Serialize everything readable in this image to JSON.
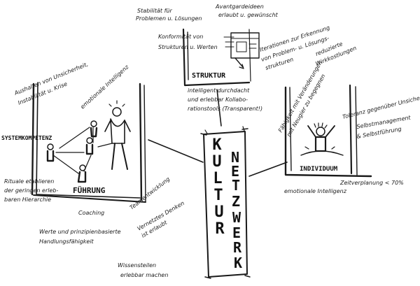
{
  "title": {
    "letters_kultur": [
      "K",
      "U",
      "L",
      "T",
      "U",
      "R"
    ],
    "letters_netzwerk": [
      "N",
      "E",
      "T",
      "Z",
      "W",
      "E",
      "R",
      "K"
    ]
  },
  "struktur": {
    "label": "STRUKTUR",
    "notes": [
      "Stabilität für",
      "Problemen u. Lösungen",
      "Avantgardeideen",
      "erlaubt u. gewünscht",
      "Konformität von",
      "Strukturen u. Werten",
      "Iterationen zur Erkennung",
      "von Problem- u. Lösungs-",
      "strukturen",
      "reduzierte",
      "Wirkkostlungen",
      "intelligent durchdacht",
      "und erlebbar Kollabo-",
      "rationstools (Transparent!)"
    ]
  },
  "fuehrung": {
    "label": "FÜHRUNG",
    "systemkompetenz": "SYSTEMKOMPETENZ",
    "notes": [
      "Aushalten von Unsicherheit,",
      "Instabilität u. Krise",
      "emotionale Intelligenz",
      "Rituale etablieren",
      "der geringen erleb-",
      "baren Hierarchie",
      "Teamentwicklung",
      "Coaching",
      "Werte und prinzipienbasierte",
      "Handlungsfähigkeit",
      "Vernetztes Denken",
      "ist erlaubt",
      "Wissensteilen",
      "erlebbar machen"
    ]
  },
  "individuum": {
    "label": "INDIVIDUUM",
    "notes": [
      "Fähigkeit mit Veränderungen",
      "mit Neugier zu begegnen",
      "Toleranz gegenüber Unsicherheit",
      "Selbstmanagement",
      "& Selbstführung",
      "Zeitverplanung < 70%",
      "emotionale Intelligenz"
    ]
  },
  "colors": {
    "ink": "#1a1a1a",
    "paper": "#ffffff"
  }
}
